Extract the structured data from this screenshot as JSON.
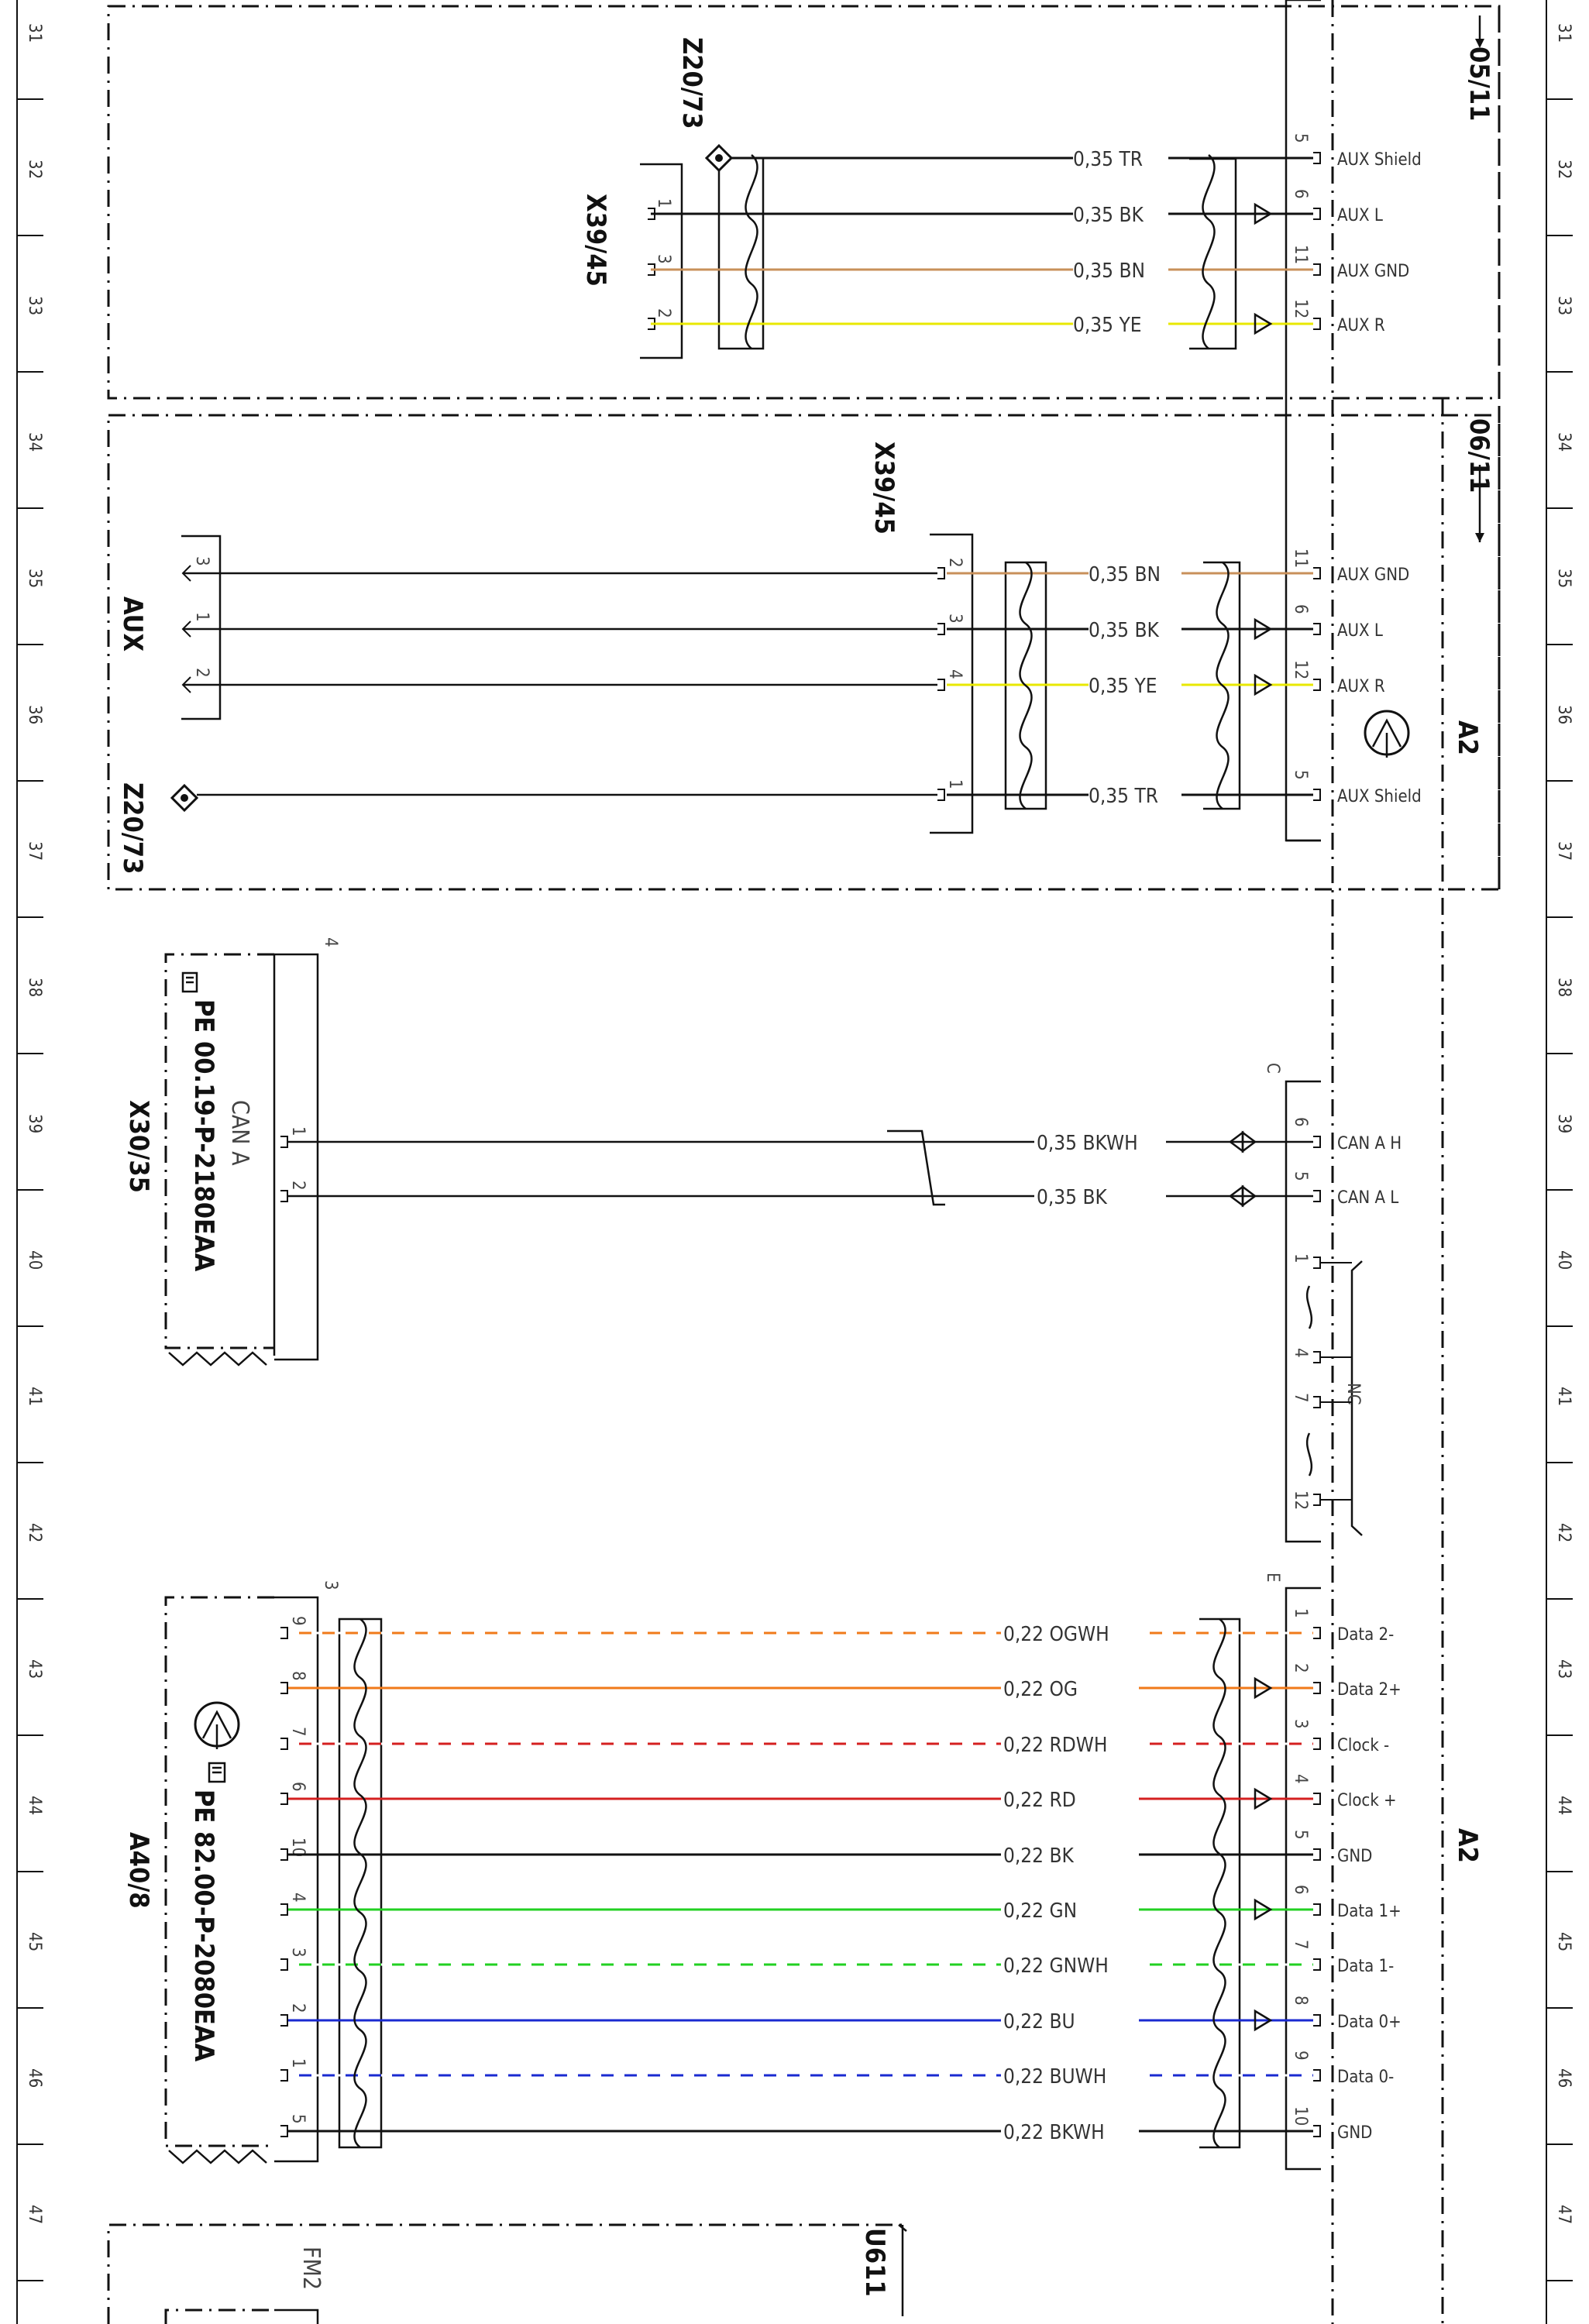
{
  "ruler": {
    "rows": [
      "31",
      "32",
      "33",
      "34",
      "35",
      "36",
      "37",
      "38",
      "39",
      "40",
      "41",
      "42",
      "43",
      "44",
      "45",
      "46",
      "47"
    ]
  },
  "references": {
    "top": "05/11",
    "second": "06/11"
  },
  "components": {
    "z2073_top": "Z20/73",
    "x3945_top": "X39/45",
    "x3945_mid": "X39/45",
    "aux": "AUX",
    "z2073_mid": "Z20/73",
    "a2_upper": "A2",
    "a2_lower": "A2",
    "x3035": "X30/35",
    "can_a": "CAN A",
    "pe_can": "PE 00.19-P-2180EAA",
    "a408": "A40/8",
    "pe_a408": "PE 82.00-P-2080EAA",
    "u611": "U611",
    "fm2": "FM2"
  },
  "connector_letters": {
    "c": "C",
    "e": "E",
    "n4": "4",
    "n3": "3",
    "nc": "NC"
  },
  "section1_wires": [
    {
      "left_pin": "",
      "wire": "0,35 TR",
      "pin": "5",
      "signal": "AUX Shield",
      "color": "#111111"
    },
    {
      "left_pin": "1",
      "wire": "0,35 BK",
      "pin": "6",
      "signal": "AUX L",
      "color": "#111111"
    },
    {
      "left_pin": "3",
      "wire": "0,35 BN",
      "pin": "11",
      "signal": "AUX GND",
      "color": "#c8905a"
    },
    {
      "left_pin": "2",
      "wire": "0,35 YE",
      "pin": "12",
      "signal": "AUX R",
      "color": "#e8e800"
    }
  ],
  "section2_wires": [
    {
      "left_pin": "2",
      "wire": "0,35 BN",
      "pin": "11",
      "signal": "AUX GND",
      "color": "#c8905a",
      "aux_pin": "3"
    },
    {
      "left_pin": "3",
      "wire": "0,35 BK",
      "pin": "6",
      "signal": "AUX L",
      "color": "#111111",
      "aux_pin": "1"
    },
    {
      "left_pin": "4",
      "wire": "0,35 YE",
      "pin": "12",
      "signal": "AUX R",
      "color": "#e8e800",
      "aux_pin": "2"
    },
    {
      "left_pin": "1",
      "wire": "0,35 TR",
      "pin": "5",
      "signal": "AUX Shield",
      "color": "#111111",
      "aux_pin": ""
    }
  ],
  "can_wires": [
    {
      "left_pin": "1",
      "wire": "0,35 BKWH",
      "pin": "6",
      "signal": "CAN A H"
    },
    {
      "left_pin": "2",
      "wire": "0,35 BK",
      "pin": "5",
      "signal": "CAN A L"
    }
  ],
  "nc_pins": [
    "1",
    "4",
    "7",
    "12"
  ],
  "data_wires": [
    {
      "left_pin": "9",
      "wire": "0,22 OGWH",
      "pin": "1",
      "signal": "Data 2-",
      "color": "#f07a1a",
      "dashed": true
    },
    {
      "left_pin": "8",
      "wire": "0,22 OG",
      "pin": "2",
      "signal": "Data 2+",
      "color": "#f07a1a",
      "dashed": false
    },
    {
      "left_pin": "7",
      "wire": "0,22 RDWH",
      "pin": "3",
      "signal": "Clock -",
      "color": "#d42020",
      "dashed": true
    },
    {
      "left_pin": "6",
      "wire": "0,22 RD",
      "pin": "4",
      "signal": "Clock +",
      "color": "#d42020",
      "dashed": false
    },
    {
      "left_pin": "10",
      "wire": "0,22 BK",
      "pin": "5",
      "signal": "GND",
      "color": "#111111",
      "dashed": false
    },
    {
      "left_pin": "4",
      "wire": "0,22 GN",
      "pin": "6",
      "signal": "Data 1+",
      "color": "#22d022",
      "dashed": false
    },
    {
      "left_pin": "3",
      "wire": "0,22 GNWH",
      "pin": "7",
      "signal": "Data 1-",
      "color": "#22d022",
      "dashed": true
    },
    {
      "left_pin": "2",
      "wire": "0,22 BU",
      "pin": "8",
      "signal": "Data 0+",
      "color": "#1a2ad0",
      "dashed": false
    },
    {
      "left_pin": "1",
      "wire": "0,22 BUWH",
      "pin": "9",
      "signal": "Data 0-",
      "color": "#1a2ad0",
      "dashed": true
    },
    {
      "left_pin": "5",
      "wire": "0,22 BKWH",
      "pin": "10",
      "signal": "GND",
      "color": "#111111",
      "dashed": false
    }
  ]
}
